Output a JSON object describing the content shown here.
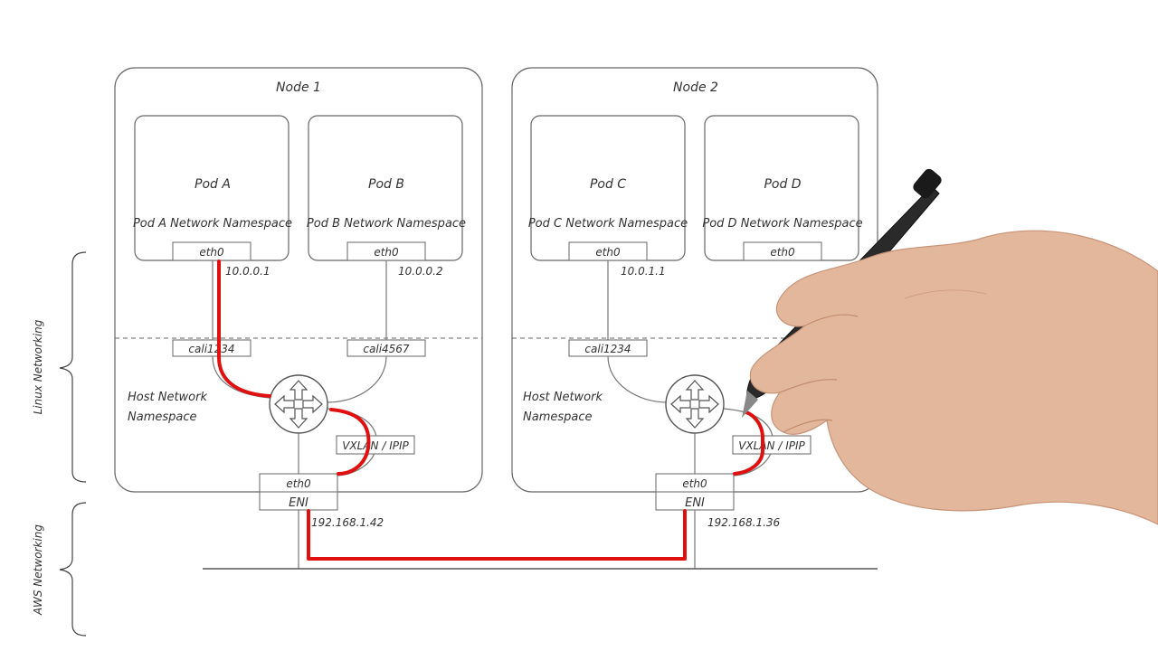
{
  "nodes": [
    {
      "title": "Node 1",
      "pods": [
        {
          "name": "Pod A",
          "namespace": "Pod A Network Namespace",
          "iface": "eth0",
          "ip": "10.0.0.1"
        },
        {
          "name": "Pod B",
          "namespace": "Pod B Network Namespace",
          "iface": "eth0",
          "ip": "10.0.0.2"
        }
      ],
      "host_ifaces": [
        "cali1234",
        "cali4567"
      ],
      "host_namespace_line1": "Host Network",
      "host_namespace_line2": "Namespace",
      "tunnel": "VXLAN / IPIP",
      "nic_iface": "eth0",
      "eni": "ENI",
      "eni_ip": "192.168.1.42"
    },
    {
      "title": "Node 2",
      "pods": [
        {
          "name": "Pod C",
          "namespace": "Pod C Network Namespace",
          "iface": "eth0",
          "ip": "10.0.1.1"
        },
        {
          "name": "Pod D",
          "namespace": "Pod D Network Namespace",
          "iface": "eth0",
          "ip": ""
        }
      ],
      "host_ifaces": [
        "cali1234"
      ],
      "host_namespace_line1": "Host Network",
      "host_namespace_line2": "Namespace",
      "tunnel": "VXLAN / IPIP",
      "nic_iface": "eth0",
      "eni": "ENI",
      "eni_ip": "192.168.1.36"
    }
  ],
  "sections": {
    "linux": "Linux Networking",
    "aws": "AWS Networking"
  },
  "colors": {
    "highlight_path": "#e01010",
    "lines": "#666666"
  }
}
